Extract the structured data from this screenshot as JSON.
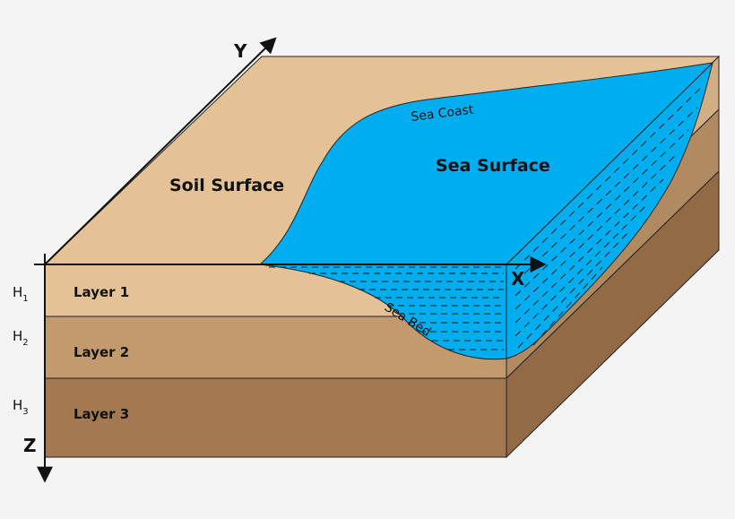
{
  "axes": {
    "x": "X",
    "y": "Y",
    "z": "Z"
  },
  "surfaces": {
    "soil": "Soil Surface",
    "sea": "Sea Surface",
    "coast": "Sea Coast",
    "bed": "Sea Bed"
  },
  "layers": [
    {
      "name": "Layer 1",
      "thickness": "H",
      "index": "1"
    },
    {
      "name": "Layer 2",
      "thickness": "H",
      "index": "2"
    },
    {
      "name": "Layer 3",
      "thickness": "H",
      "index": "3"
    }
  ],
  "colors": {
    "background": "#f4f4f4",
    "layer1": "#e5c295",
    "layer2": "#c39a6d",
    "layer3": "#a47850",
    "layer1_side": "#d1ae83",
    "layer2_side": "#b08a61",
    "layer3_side": "#926a46",
    "sea": "#00aeef",
    "outline": "#222222"
  }
}
